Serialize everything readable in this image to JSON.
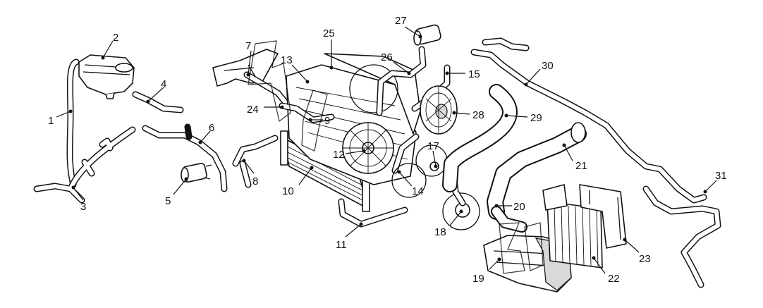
{
  "callouts": [
    {
      "id": "1",
      "text": "1"
    },
    {
      "id": "2",
      "text": "2"
    },
    {
      "id": "3",
      "text": "3"
    },
    {
      "id": "4",
      "text": "4"
    },
    {
      "id": "5",
      "text": "5"
    },
    {
      "id": "6",
      "text": "6"
    },
    {
      "id": "7",
      "text": "7"
    },
    {
      "id": "8",
      "text": "8"
    },
    {
      "id": "9",
      "text": "9"
    },
    {
      "id": "10",
      "text": "10"
    },
    {
      "id": "11",
      "text": "11"
    },
    {
      "id": "12",
      "text": "12"
    },
    {
      "id": "13",
      "text": "13"
    },
    {
      "id": "14",
      "text": "14"
    },
    {
      "id": "15",
      "text": "15"
    },
    {
      "id": "17",
      "text": "17"
    },
    {
      "id": "18",
      "text": "18"
    },
    {
      "id": "19",
      "text": "19"
    },
    {
      "id": "20",
      "text": "20"
    },
    {
      "id": "21",
      "text": "21"
    },
    {
      "id": "22",
      "text": "22"
    },
    {
      "id": "23",
      "text": "23"
    },
    {
      "id": "24",
      "text": "24"
    },
    {
      "id": "25",
      "text": "25"
    },
    {
      "id": "26",
      "text": "26"
    },
    {
      "id": "27",
      "text": "27"
    },
    {
      "id": "28",
      "text": "28"
    },
    {
      "id": "29",
      "text": "29"
    },
    {
      "id": "30",
      "text": "30"
    },
    {
      "id": "31",
      "text": "31"
    }
  ]
}
